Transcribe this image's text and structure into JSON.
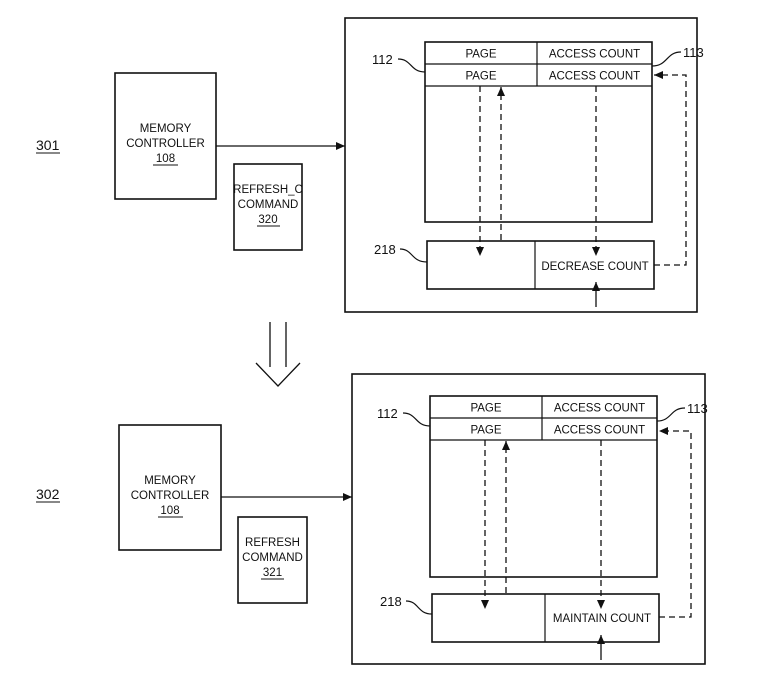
{
  "panels": [
    {
      "step": "301",
      "controller": {
        "line1": "MEMORY",
        "line2": "CONTROLLER",
        "ref": "108"
      },
      "command": {
        "line1": "REFRESH_C",
        "line2": "COMMAND",
        "ref": "320"
      },
      "table_ref": "112",
      "count_ref": "113",
      "rows": [
        {
          "page": "PAGE",
          "count": "ACCESS COUNT"
        },
        {
          "page": "PAGE",
          "count": "ACCESS COUNT"
        }
      ],
      "buffer_ref": "218",
      "buffer_action": "DECREASE COUNT"
    },
    {
      "step": "302",
      "controller": {
        "line1": "MEMORY",
        "line2": "CONTROLLER",
        "ref": "108"
      },
      "command": {
        "line1": "REFRESH",
        "line2": "COMMAND",
        "ref": "321"
      },
      "table_ref": "112",
      "count_ref": "113",
      "rows": [
        {
          "page": "PAGE",
          "count": "ACCESS COUNT"
        },
        {
          "page": "PAGE",
          "count": "ACCESS COUNT"
        }
      ],
      "buffer_ref": "218",
      "buffer_action": "MAINTAIN COUNT"
    }
  ]
}
